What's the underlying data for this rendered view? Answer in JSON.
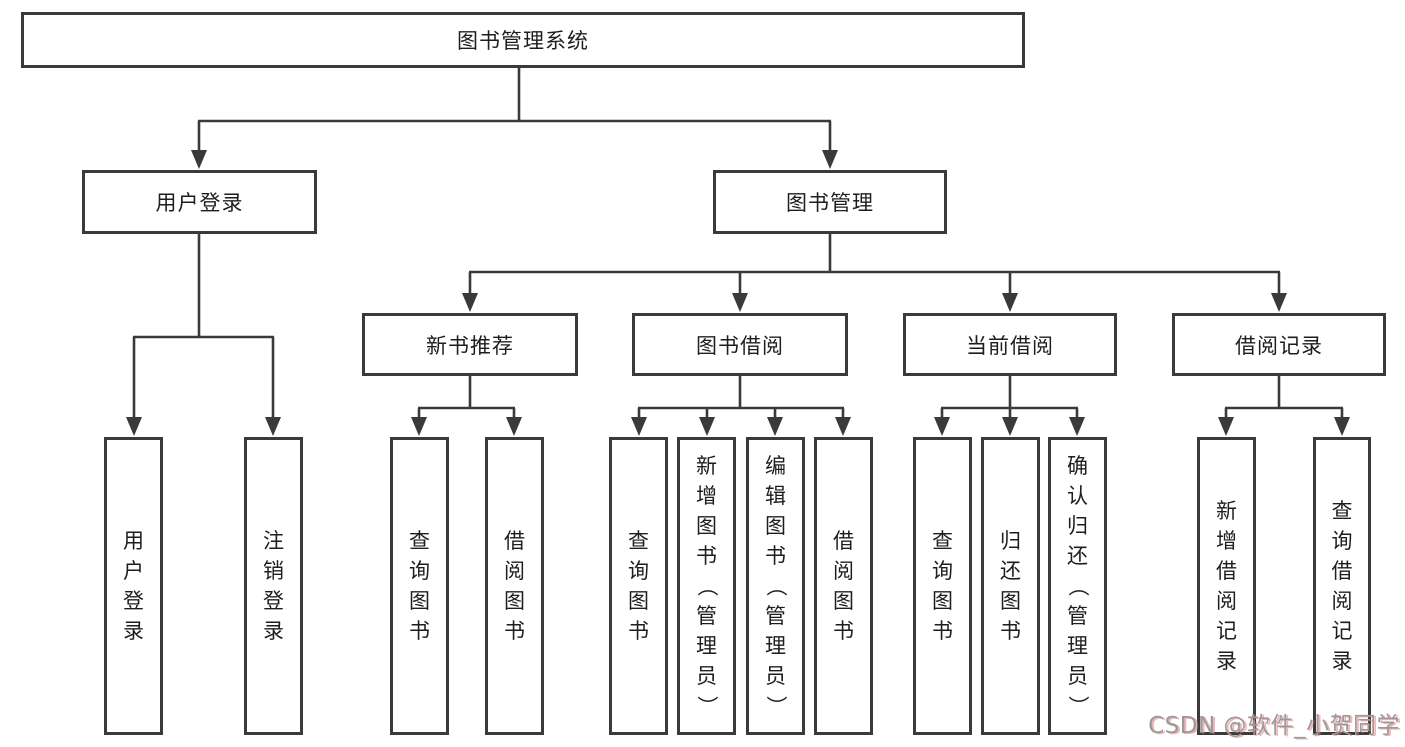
{
  "tree": {
    "label": "图书管理系统",
    "children": [
      {
        "label": "用户登录",
        "children": [
          {
            "label": "用户登录"
          },
          {
            "label": "注销登录"
          }
        ]
      },
      {
        "label": "图书管理",
        "children": [
          {
            "label": "新书推荐",
            "children": [
              {
                "label": "查询图书"
              },
              {
                "label": "借阅图书"
              }
            ]
          },
          {
            "label": "图书借阅",
            "children": [
              {
                "label": "查询图书"
              },
              {
                "label": "新增图书（管理员）"
              },
              {
                "label": "编辑图书（管理员）"
              },
              {
                "label": "借阅图书"
              }
            ]
          },
          {
            "label": "当前借阅",
            "children": [
              {
                "label": "查询图书"
              },
              {
                "label": "归还图书"
              },
              {
                "label": "确认归还（管理员）"
              }
            ]
          },
          {
            "label": "借阅记录",
            "children": [
              {
                "label": "新增借阅记录"
              },
              {
                "label": "查询借阅记录"
              }
            ]
          }
        ]
      }
    ]
  },
  "watermark": {
    "text": "CSDN @软件_小贺同学"
  },
  "colors": {
    "line": "#3a3a3a",
    "box_border": "#3a3a3a",
    "box_background": "#ffffff",
    "text": "#1e1e1e",
    "watermark": "#9a9a9a",
    "watermark_shadow": "#e47878"
  }
}
